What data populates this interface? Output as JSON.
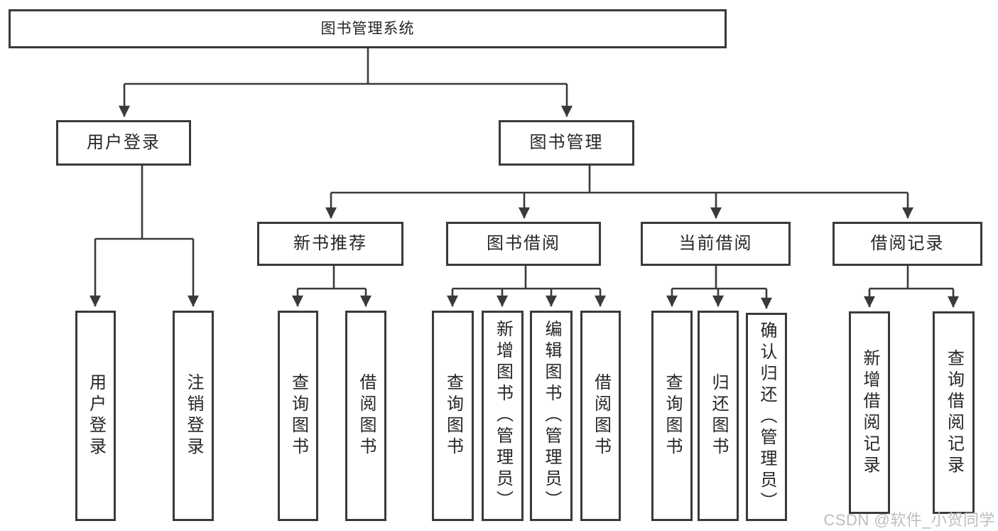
{
  "diagram": {
    "type": "hierarchy-tree",
    "background": "#ffffff",
    "colors": {
      "line": "#3a3a3a",
      "box_border": "#3a3a3a",
      "box_fill": "#ffffff",
      "text": "#262626",
      "watermark": "#bdbdbd"
    }
  },
  "watermark": {
    "text": "CSDN @软件_小贺同学"
  },
  "tree": {
    "root": {
      "label": "图书管理系统"
    },
    "branches": [
      {
        "label": "用户登录",
        "leaves": [
          "用户登录",
          "注销登录"
        ]
      },
      {
        "label": "图书管理",
        "groups": [
          {
            "label": "新书推荐",
            "leaves": [
              "查询图书",
              "借阅图书"
            ]
          },
          {
            "label": "图书借阅",
            "leaves": [
              "查询图书",
              "新增图书（管理员）",
              "编辑图书（管理员）",
              "借阅图书"
            ]
          },
          {
            "label": "当前借阅",
            "leaves": [
              "查询图书",
              "归还图书",
              "确认归还（管理员）"
            ]
          },
          {
            "label": "借阅记录",
            "leaves": [
              "新增借阅记录",
              "查询借阅记录"
            ]
          }
        ]
      }
    ]
  }
}
